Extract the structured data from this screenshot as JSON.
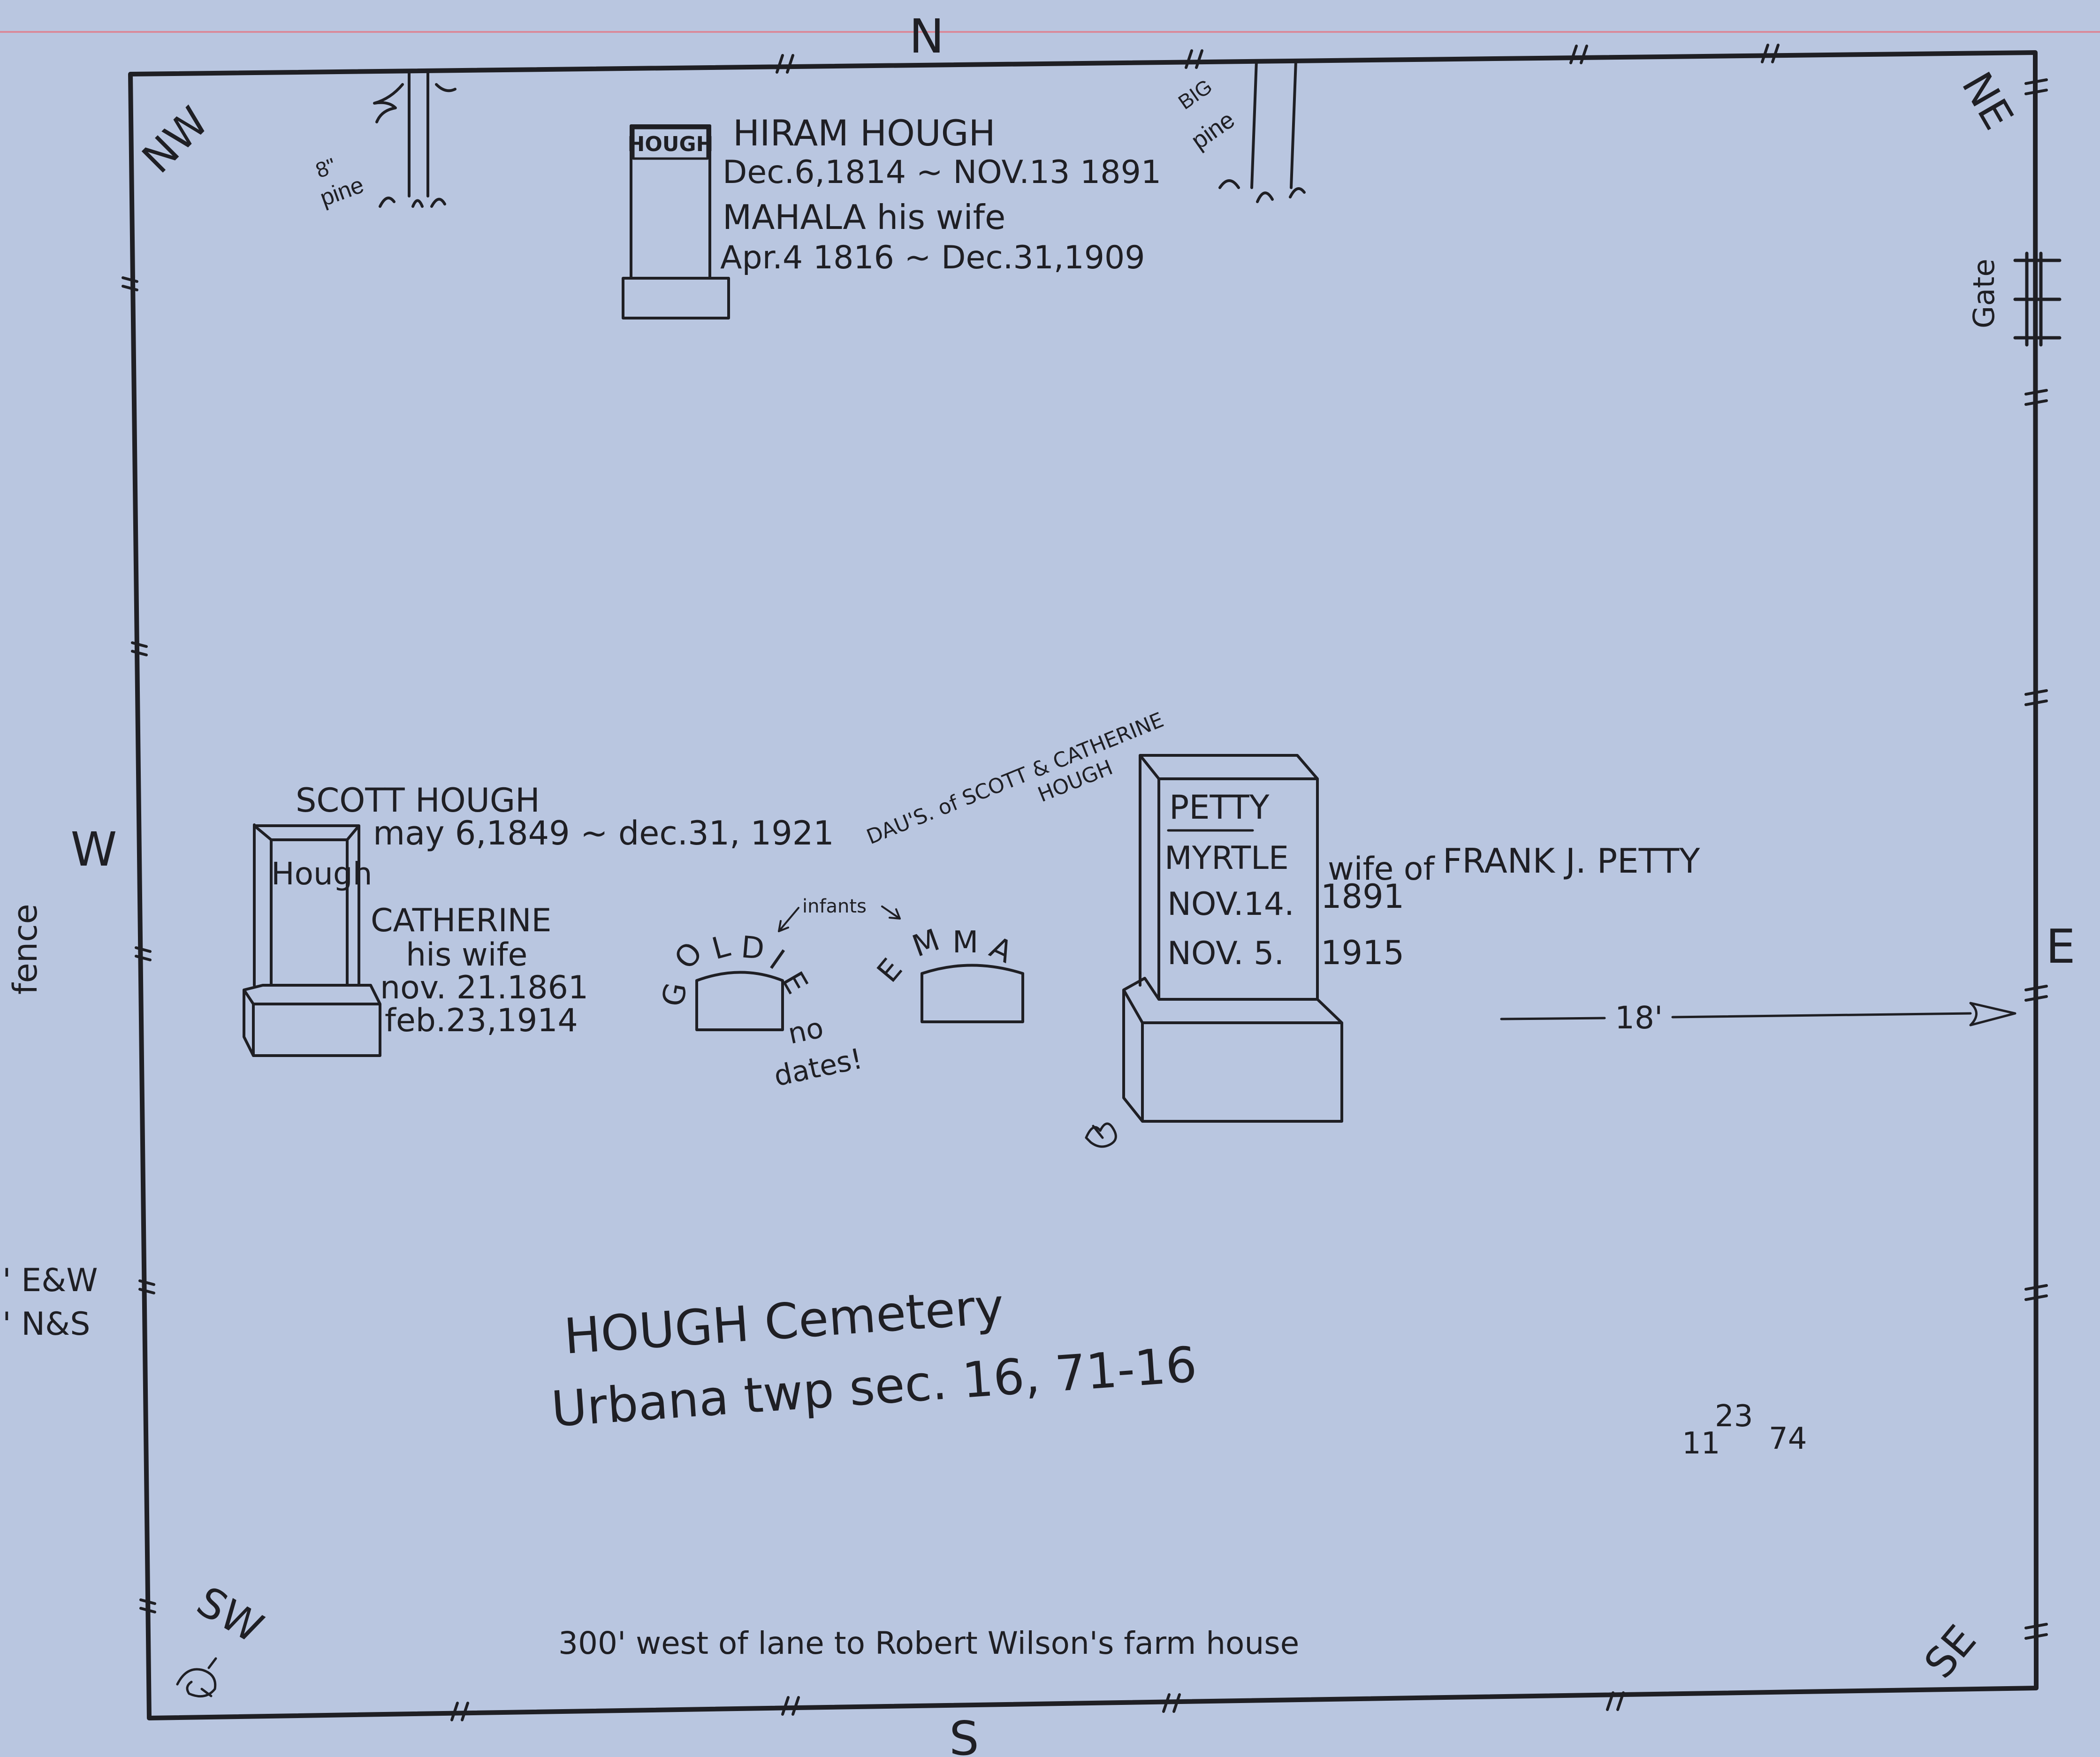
{
  "compass": {
    "north": "N",
    "south": "S",
    "east": "E",
    "west": "W",
    "northwest": "NW",
    "northeast": "NE",
    "southwest": "SW",
    "southeast": "SE"
  },
  "trees": {
    "small_pine": [
      "8\"",
      "pine"
    ],
    "big_pine": [
      "BIG",
      "pine"
    ]
  },
  "gate_label": "Gate",
  "fence_label": "fence",
  "dimensions_left": [
    "' E&W",
    "' N&S"
  ],
  "graves": {
    "hiram": {
      "stone_label": "HOUGH",
      "name": "HIRAM HOUGH",
      "dates": "Dec.6,1814 ~ NOV.13 1891",
      "spouse": "MAHALA his wife",
      "spouse_dates": "Apr.4 1816 ~ Dec.31,1909"
    },
    "scott": {
      "stone_label": "Hough",
      "name": "SCOTT HOUGH",
      "dates": "may 6,1849 ~ dec.31, 1921",
      "spouse": "CATHERINE",
      "spouse_note": "his wife",
      "spouse_born": "nov. 21.1861",
      "spouse_died": "feb.23,1914"
    },
    "daughters": {
      "caption_line1": "DAU'S. of SCOTT & CATHERINE",
      "caption_line2": "HOUGH",
      "infants_label": "infants",
      "goldie": [
        "G",
        "O",
        "L",
        "D",
        "I",
        "E"
      ],
      "emma": [
        "E",
        "M",
        "M",
        "A"
      ],
      "no_dates_line1": "no",
      "no_dates_line2": "dates!"
    },
    "petty": {
      "stone_label": "PETTY",
      "name": "MYRTLE",
      "born": "NOV.14.",
      "died": "NOV. 5.",
      "born_year": "1891",
      "died_year": "1915",
      "relation_prefix": "wife of",
      "relation_name": "FRANK J. PETTY"
    }
  },
  "east_dimension": "18'",
  "title": {
    "line1": "HOUGH Cemetery",
    "line2": "Urbana twp  sec. 16, 71-16"
  },
  "date_written": {
    "month": "11",
    "day": "23",
    "year": "74"
  },
  "location_note": "300' west of lane to Robert Wilson's farm house"
}
